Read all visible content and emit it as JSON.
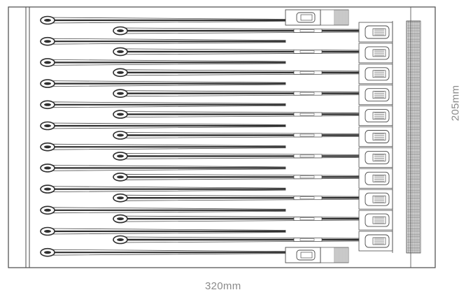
{
  "figure": {
    "width_label": "320mm",
    "height_label": "205mm",
    "colors": {
      "line": "#4a4a4a",
      "dark": "#2e2e2e",
      "label": "#8a8a8a",
      "background": "#ffffff"
    },
    "counts": {
      "tubes": 12,
      "connectors_right": 11
    }
  }
}
